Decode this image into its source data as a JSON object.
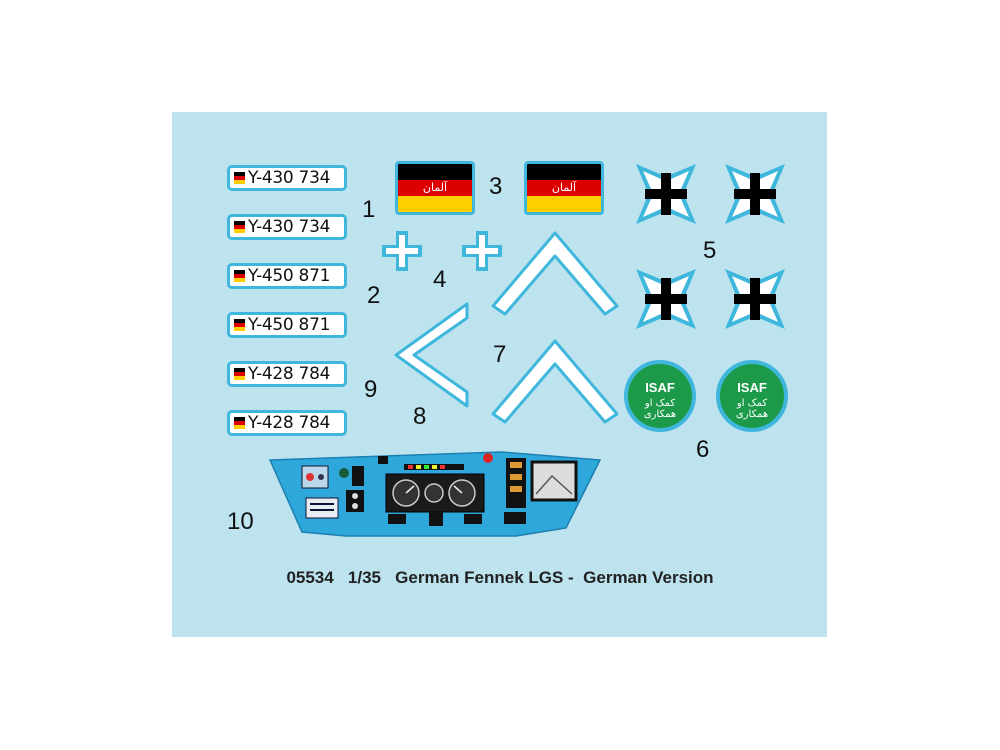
{
  "decals": {
    "plates": [
      {
        "text": "Y-430 734"
      },
      {
        "text": "Y-430 734"
      },
      {
        "text": "Y-450 871"
      },
      {
        "text": "Y-450 871"
      },
      {
        "text": "Y-428 784"
      },
      {
        "text": "Y-428 784"
      }
    ],
    "flags": [
      {
        "arabic_text": "آلمان"
      },
      {
        "arabic_text": "آلمان"
      }
    ],
    "isaf_badges": [
      {
        "label": "ISAF",
        "arabic_text": "کمک او همکاری"
      },
      {
        "label": "ISAF",
        "arabic_text": "کمک او همکاری"
      }
    ],
    "numbers": {
      "n1": "1",
      "n2": "2",
      "n3": "3",
      "n4": "4",
      "n5": "5",
      "n6": "6",
      "n7": "7",
      "n8": "8",
      "n9": "9",
      "n10": "10"
    }
  },
  "caption": {
    "code": "05534",
    "scale": "1/35",
    "title": "German Fennek LGS -  German Version"
  },
  "colors": {
    "sheet": "#bde3ef",
    "outline": "#3fb7dc",
    "flag_black": "#000000",
    "flag_red": "#dd0000",
    "flag_gold": "#ffce00",
    "isaf_green": "#1c9a49",
    "panel_blue": "#2ea8db"
  }
}
